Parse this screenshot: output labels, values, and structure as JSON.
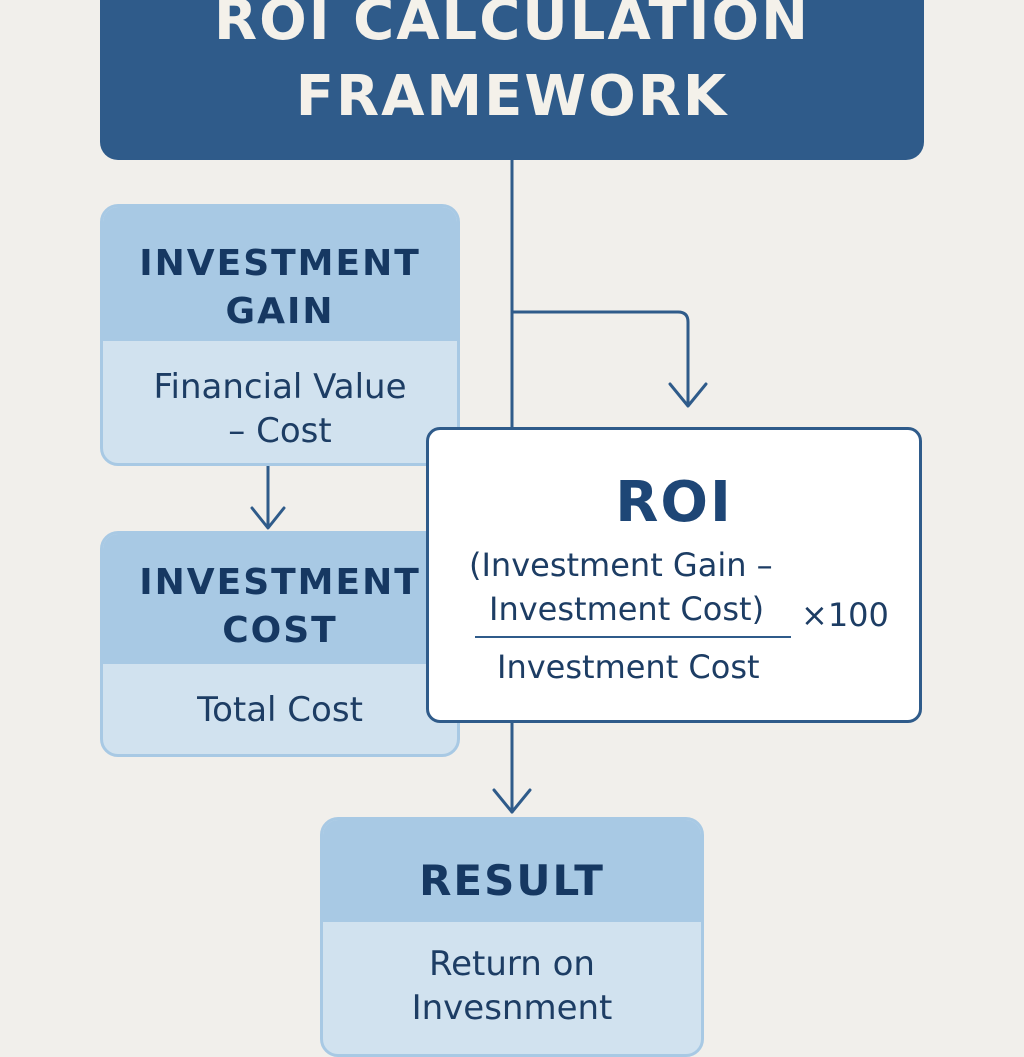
{
  "title": {
    "line1": "ROI CALCULATION",
    "line2": "FRAMEWORK"
  },
  "investment_gain": {
    "heading_line1": "INVESTMENT",
    "heading_line2": "GAIN",
    "text_line1": "Financial Value",
    "text_line2": "– Cost"
  },
  "investment_cost": {
    "heading_line1": "INVESTMENT",
    "heading_line2": "COST",
    "text_line1": "Total Cost"
  },
  "roi": {
    "heading": "ROI",
    "numerator_line1": "(Investment Gain –",
    "numerator_line2": "Investment Cost)",
    "denominator": "Investment Cost",
    "multiplier": "×100"
  },
  "result": {
    "heading": "RESULT",
    "text_line1": "Return on",
    "text_line2": "Invesnment"
  },
  "colors": {
    "banner": "#2f5b8a",
    "card_header": "#a8c9e4",
    "card_body": "#d1e2ef",
    "connector": "#2f5b8a",
    "background": "#f1efeb"
  }
}
